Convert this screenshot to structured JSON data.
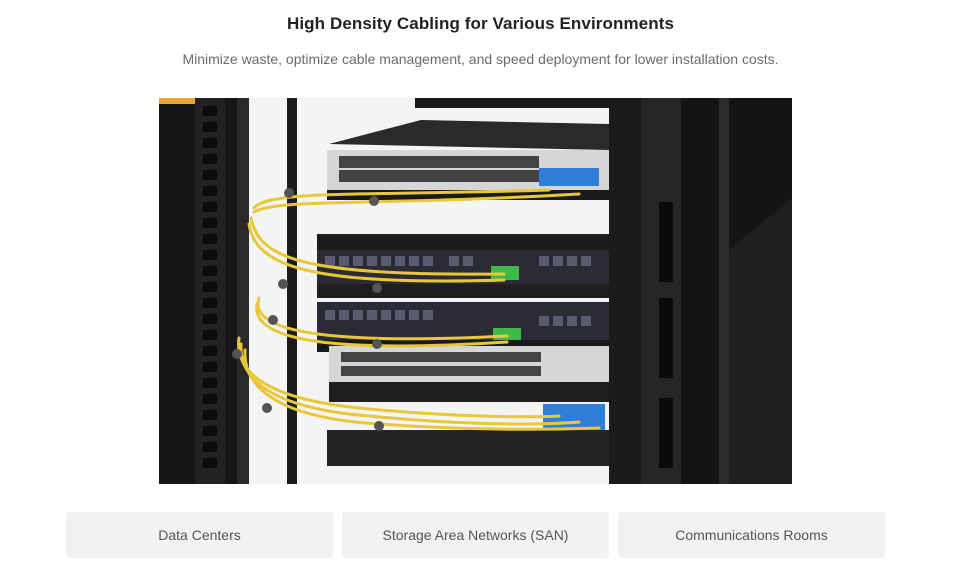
{
  "header": {
    "title": "High Density Cabling for Various Environments",
    "subtitle": "Minimize waste, optimize cable management, and speed deployment for lower installation costs."
  },
  "hero_image": {
    "colors": {
      "rack": "#1a1a1a",
      "device_front": "#d9d9d9",
      "cable": "#e8c83a",
      "lc_connector_blue": "#2f7fd8",
      "lc_connector_green": "#3dbb4a",
      "accent": "#e8a53a"
    }
  },
  "tabs": [
    {
      "label": "Data Centers"
    },
    {
      "label": "Storage Area Networks (SAN)"
    },
    {
      "label": "Communications Rooms"
    }
  ]
}
